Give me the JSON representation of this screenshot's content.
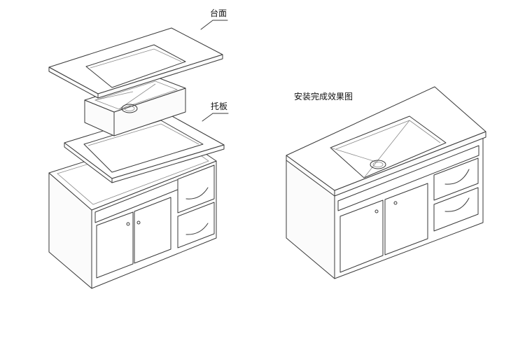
{
  "labels": {
    "countertop": "台面",
    "tray": "托板",
    "installed_result": "安装完成效果图"
  }
}
